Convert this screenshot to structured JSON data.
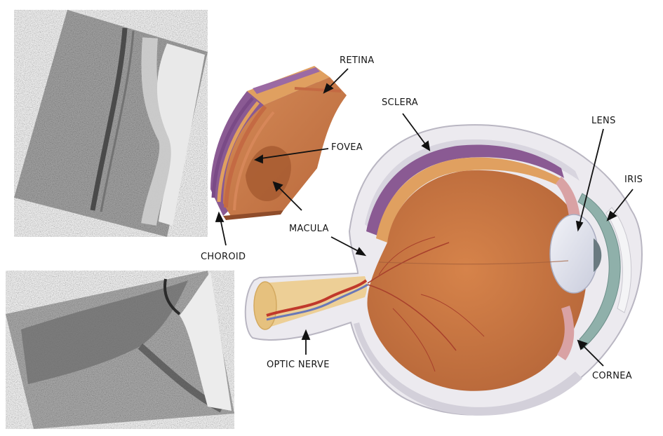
{
  "diagram": {
    "labels": {
      "retina": "RETINA",
      "sclera": "SCLERA",
      "fovea": "FOVEA",
      "lens": "LENS",
      "iris": "IRIS",
      "macula": "MACULA",
      "choroid": "CHOROID",
      "optic_nerve": "OPTIC NERVE",
      "cornea": "CORNEA"
    },
    "colors": {
      "eyeball_interior": "#c9743f",
      "retina_layer": "#e0a060",
      "choroid_layer": "#8a5a93",
      "sclera_layer": "#e6e4ea",
      "iris": "#8fb0aa",
      "lens": "#dfe2ec",
      "optic_nerve": "#edcf96",
      "vessel": "#c0392b",
      "vessel_blue": "#6a78b8"
    }
  }
}
